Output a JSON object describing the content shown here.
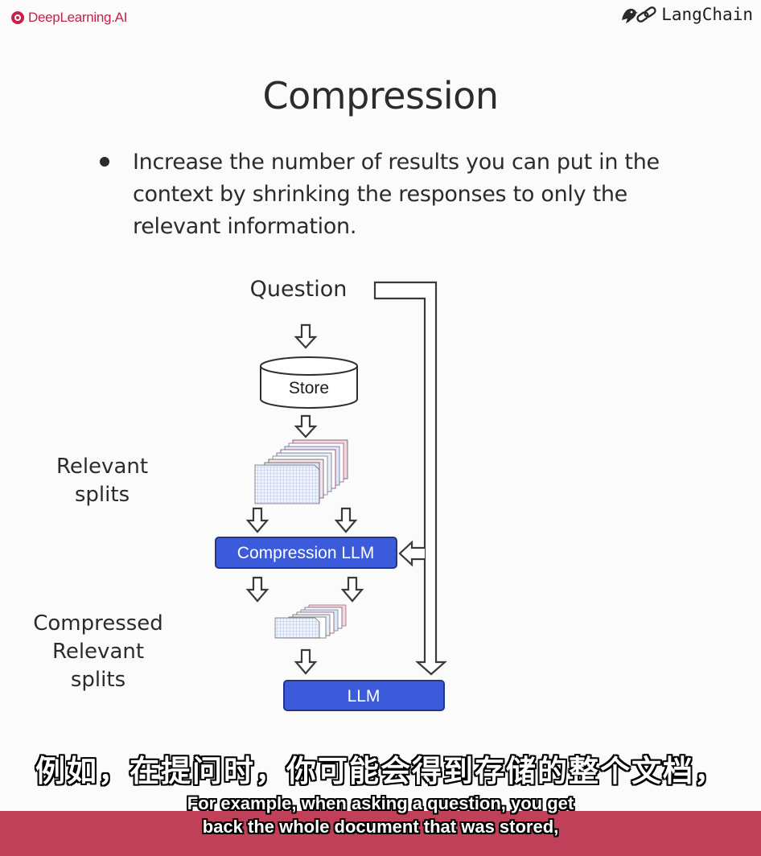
{
  "header": {
    "brand_left": "DeepLearning.AI",
    "brand_right": "LangChain"
  },
  "slide": {
    "title": "Compression",
    "bullet": "Increase the number of results you can put in the context by shrinking the responses to only the relevant information."
  },
  "diagram": {
    "question_label": "Question",
    "store_label": "Store",
    "relevant_splits_label": [
      "Relevant",
      "splits"
    ],
    "compression_llm_label": "Compression LLM",
    "compressed_label": [
      "Compressed",
      "Relevant",
      "splits"
    ],
    "llm_label": "LLM",
    "colors": {
      "llm_box": "#3b5bdb",
      "llm_border": "#22368a"
    }
  },
  "subtitles": {
    "zh": "例如，在提问时，你可能会得到存储的整个文档，",
    "en_line1": "For example, when asking a question, you get",
    "en_line2": "back the whole document that was stored,"
  }
}
